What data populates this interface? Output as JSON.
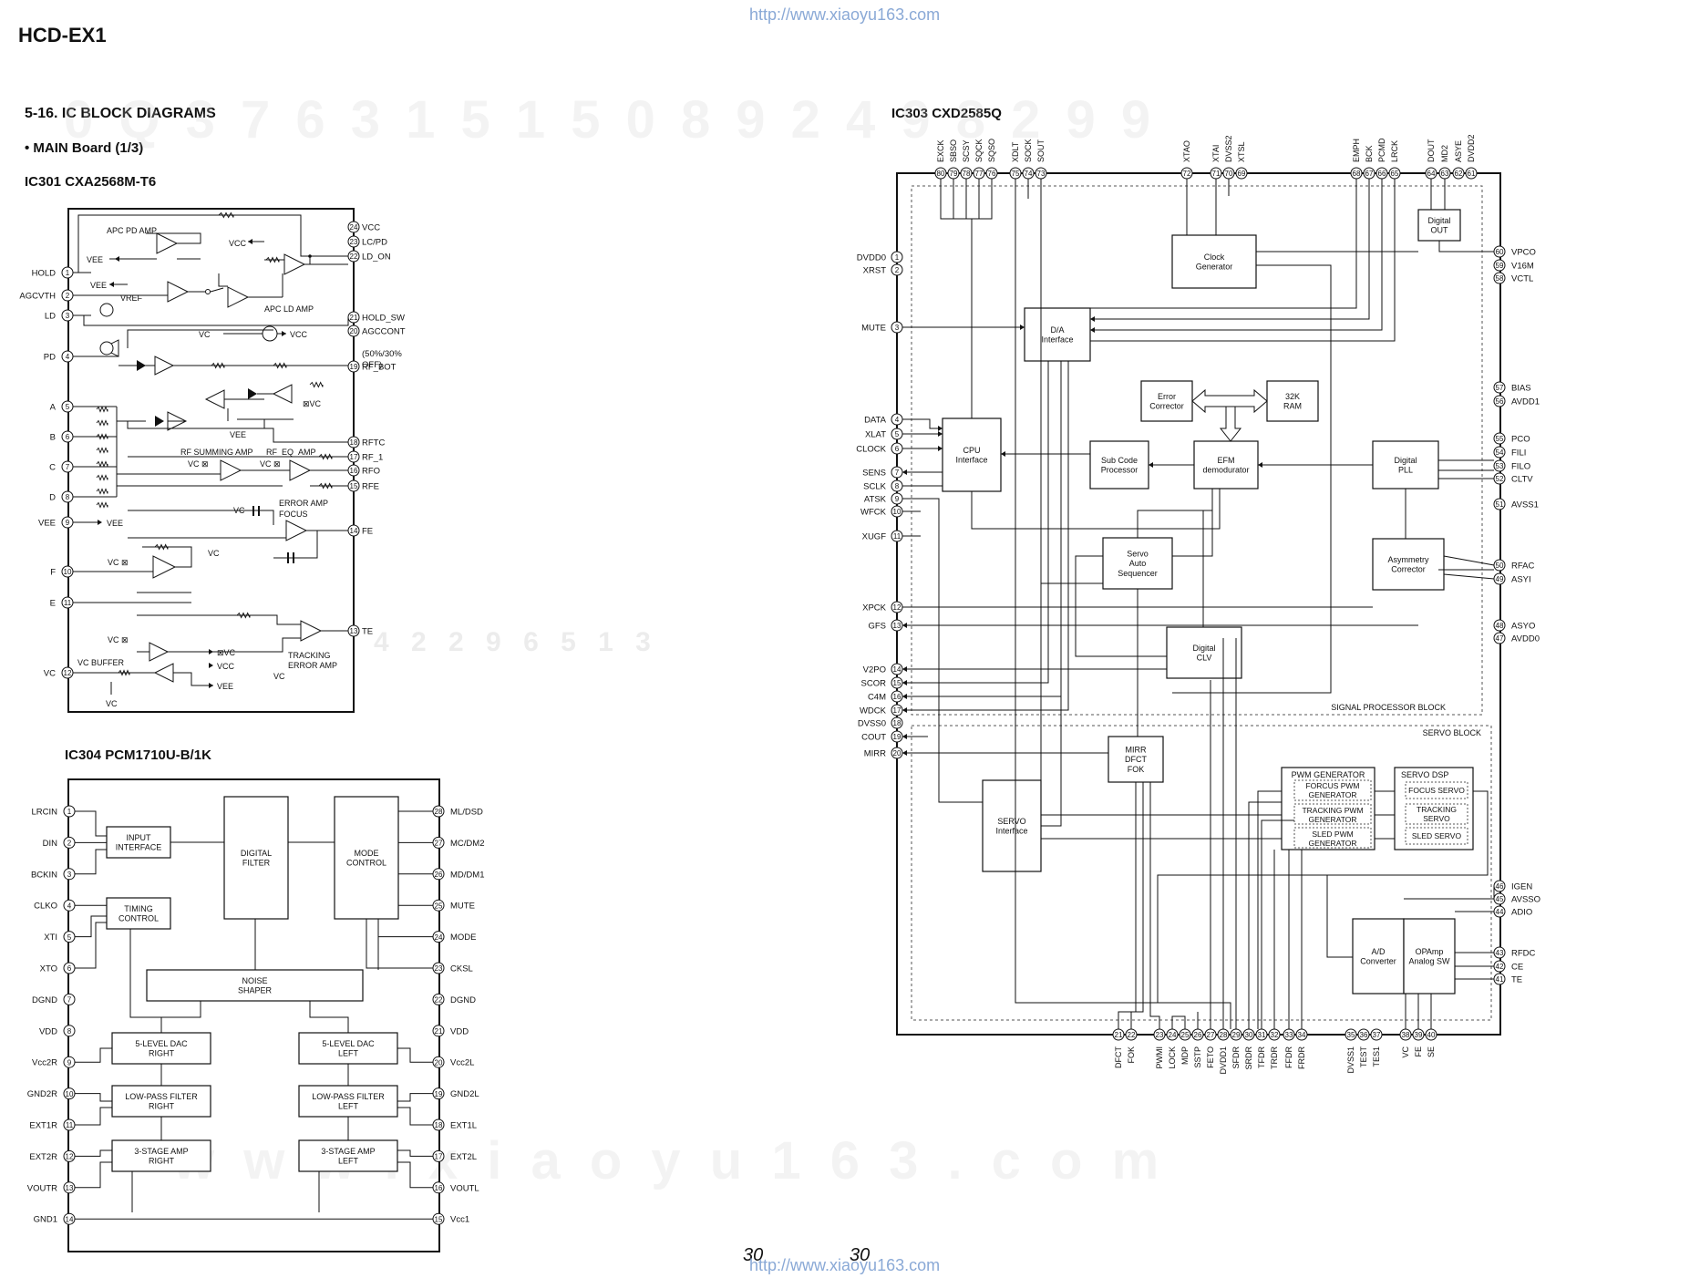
{
  "header": {
    "url_top": "http://www.xiaoyu163.com",
    "url_bottom": "http://www.xiaoyu163.com",
    "model": "HCD-EX1",
    "section_title": "5-16. IC BLOCK DIAGRAMS",
    "board": "• MAIN Board (1/3)",
    "page_left": "30",
    "page_right": "30"
  },
  "watermark": {
    "row1": "0 Q 3 7 6 3 1 5 1 5 0     8 9 2 4 9 8 2 9 9",
    "row2": "w w w . x i a o y u 1 6 3 . c o m",
    "row3": "4 2 2 9 6 5 1 3"
  },
  "ic301": {
    "title": "IC301  CXA2568M-T6",
    "left_pins": [
      {
        "n": "1",
        "name": "HOLD"
      },
      {
        "n": "2",
        "name": "AGCVTH"
      },
      {
        "n": "3",
        "name": "LD"
      },
      {
        "n": "4",
        "name": "PD"
      },
      {
        "n": "5",
        "name": "A"
      },
      {
        "n": "6",
        "name": "B"
      },
      {
        "n": "7",
        "name": "C"
      },
      {
        "n": "8",
        "name": "D"
      },
      {
        "n": "9",
        "name": "VEE"
      },
      {
        "n": "10",
        "name": "F"
      },
      {
        "n": "11",
        "name": "E"
      },
      {
        "n": "12",
        "name": "VC"
      }
    ],
    "right_pins": [
      {
        "n": "24",
        "name": "VCC"
      },
      {
        "n": "23",
        "name": "LC/PD"
      },
      {
        "n": "22",
        "name": "LD_ON"
      },
      {
        "n": "21",
        "name": "HOLD_SW"
      },
      {
        "n": "20",
        "name": "AGCCONT"
      },
      {
        "n": "19",
        "name": "RF_BOT"
      },
      {
        "n": "18",
        "name": "RFTC"
      },
      {
        "n": "17",
        "name": "RF_1"
      },
      {
        "n": "16",
        "name": "RFO"
      },
      {
        "n": "15",
        "name": "RFE"
      },
      {
        "n": "14",
        "name": "FE"
      },
      {
        "n": "13",
        "name": "TE"
      }
    ],
    "agccont_note": [
      "(50%/30%",
      "OFF)"
    ],
    "labels": {
      "apc_pd_amp": "APC PD AMP",
      "apc_ld_amp": "APC LD AMP",
      "rf_summing_amp": "RF SUMMING AMP",
      "rf_eq_amp": "RF_EQ_AMP",
      "error_amp": "ERROR AMP",
      "focus": "FOCUS",
      "tracking": "TRACKING",
      "tracking_error_amp": "ERROR AMP",
      "vc_buffer": "VC BUFFER",
      "vee": "VEE",
      "vcc": "VCC",
      "vref": "VREF",
      "vc": "VC"
    }
  },
  "ic304": {
    "title": "IC304  PCM1710U-B/1K",
    "left_pins": [
      {
        "n": "1",
        "name": "LRCIN"
      },
      {
        "n": "2",
        "name": "DIN"
      },
      {
        "n": "3",
        "name": "BCKIN"
      },
      {
        "n": "4",
        "name": "CLKO"
      },
      {
        "n": "5",
        "name": "XTI"
      },
      {
        "n": "6",
        "name": "XTO"
      },
      {
        "n": "7",
        "name": "DGND"
      },
      {
        "n": "8",
        "name": "VDD"
      },
      {
        "n": "9",
        "name": "Vcc2R"
      },
      {
        "n": "10",
        "name": "GND2R"
      },
      {
        "n": "11",
        "name": "EXT1R"
      },
      {
        "n": "12",
        "name": "EXT2R"
      },
      {
        "n": "13",
        "name": "VOUTR"
      },
      {
        "n": "14",
        "name": "GND1"
      }
    ],
    "right_pins": [
      {
        "n": "28",
        "name": "ML/DSD"
      },
      {
        "n": "27",
        "name": "MC/DM2"
      },
      {
        "n": "26",
        "name": "MD/DM1"
      },
      {
        "n": "25",
        "name": "MUTE"
      },
      {
        "n": "24",
        "name": "MODE"
      },
      {
        "n": "23",
        "name": "CKSL"
      },
      {
        "n": "22",
        "name": "DGND"
      },
      {
        "n": "21",
        "name": "VDD"
      },
      {
        "n": "20",
        "name": "Vcc2L"
      },
      {
        "n": "19",
        "name": "GND2L"
      },
      {
        "n": "18",
        "name": "EXT1L"
      },
      {
        "n": "17",
        "name": "EXT2L"
      },
      {
        "n": "16",
        "name": "VOUTL"
      },
      {
        "n": "15",
        "name": "Vcc1"
      }
    ],
    "blocks": {
      "input_interface": [
        "INPUT",
        "INTERFACE"
      ],
      "timing_control": [
        "TIMING",
        "CONTROL"
      ],
      "digital_filter": [
        "DIGITAL",
        "FILTER"
      ],
      "mode_control": [
        "MODE",
        "CONTROL"
      ],
      "noise_shaper": [
        "NOISE",
        "SHAPER"
      ],
      "dac_right": [
        "5-LEVEL DAC",
        "RIGHT"
      ],
      "dac_left": [
        "5-LEVEL DAC",
        "LEFT"
      ],
      "lpf_right": [
        "LOW-PASS FILTER",
        "RIGHT"
      ],
      "lpf_left": [
        "LOW-PASS FILTER",
        "LEFT"
      ],
      "amp_right": [
        "3-STAGE AMP",
        "RIGHT"
      ],
      "amp_left": [
        "3-STAGE AMP",
        "LEFT"
      ]
    }
  },
  "ic303": {
    "title": "IC303  CXD2585Q",
    "top_pins": [
      {
        "n": "80",
        "name": "EXCK"
      },
      {
        "n": "79",
        "name": "SBSO"
      },
      {
        "n": "78",
        "name": "SCSY"
      },
      {
        "n": "77",
        "name": "SQCK"
      },
      {
        "n": "76",
        "name": "SQSO"
      },
      {
        "n": "75",
        "name": "XDLT"
      },
      {
        "n": "74",
        "name": "SOCK"
      },
      {
        "n": "73",
        "name": "SOUT"
      },
      {
        "n": "72",
        "name": "XTAO"
      },
      {
        "n": "71",
        "name": "XTAI"
      },
      {
        "n": "70",
        "name": "DVSS2"
      },
      {
        "n": "69",
        "name": "XTSL"
      },
      {
        "n": "68",
        "name": "EMPH"
      },
      {
        "n": "67",
        "name": "BCK"
      },
      {
        "n": "66",
        "name": "PCMD"
      },
      {
        "n": "65",
        "name": "LRCK"
      },
      {
        "n": "64",
        "name": "DOUT"
      },
      {
        "n": "63",
        "name": "MD2"
      },
      {
        "n": "62",
        "name": "ASYE"
      },
      {
        "n": "61",
        "name": "DVDD2"
      }
    ],
    "left_pins": [
      {
        "n": "1",
        "name": "DVDD0"
      },
      {
        "n": "2",
        "name": "XRST"
      },
      {
        "n": "3",
        "name": "MUTE"
      },
      {
        "n": "4",
        "name": "DATA"
      },
      {
        "n": "5",
        "name": "XLAT"
      },
      {
        "n": "6",
        "name": "CLOCK"
      },
      {
        "n": "7",
        "name": "SENS"
      },
      {
        "n": "8",
        "name": "SCLK"
      },
      {
        "n": "9",
        "name": "ATSK"
      },
      {
        "n": "10",
        "name": "WFCK"
      },
      {
        "n": "11",
        "name": "XUGF"
      },
      {
        "n": "12",
        "name": "XPCK"
      },
      {
        "n": "13",
        "name": "GFS"
      },
      {
        "n": "14",
        "name": "V2PO"
      },
      {
        "n": "15",
        "name": "SCOR"
      },
      {
        "n": "16",
        "name": "C4M"
      },
      {
        "n": "17",
        "name": "WDCK"
      },
      {
        "n": "18",
        "name": "DVSS0"
      },
      {
        "n": "19",
        "name": "COUT"
      },
      {
        "n": "20",
        "name": "MIRR"
      }
    ],
    "right_pins": [
      {
        "n": "60",
        "name": "VPCO"
      },
      {
        "n": "59",
        "name": "V16M"
      },
      {
        "n": "58",
        "name": "VCTL"
      },
      {
        "n": "57",
        "name": "BIAS"
      },
      {
        "n": "56",
        "name": "AVDD1"
      },
      {
        "n": "55",
        "name": "PCO"
      },
      {
        "n": "54",
        "name": "FILI"
      },
      {
        "n": "53",
        "name": "FILO"
      },
      {
        "n": "52",
        "name": "CLTV"
      },
      {
        "n": "51",
        "name": "AVSS1"
      },
      {
        "n": "50",
        "name": "RFAC"
      },
      {
        "n": "49",
        "name": "ASYI"
      },
      {
        "n": "48",
        "name": "ASYO"
      },
      {
        "n": "47",
        "name": "AVDD0"
      },
      {
        "n": "46",
        "name": "IGEN"
      },
      {
        "n": "45",
        "name": "AVSSO"
      },
      {
        "n": "44",
        "name": "ADIO"
      },
      {
        "n": "43",
        "name": "RFDC"
      },
      {
        "n": "42",
        "name": "CE"
      },
      {
        "n": "41",
        "name": "TE"
      }
    ],
    "bottom_pins": [
      {
        "n": "21",
        "name": "DFCT"
      },
      {
        "n": "22",
        "name": "FOK"
      },
      {
        "n": "23",
        "name": "PWMI"
      },
      {
        "n": "24",
        "name": "LOCK"
      },
      {
        "n": "25",
        "name": "MDP"
      },
      {
        "n": "26",
        "name": "SSTP"
      },
      {
        "n": "27",
        "name": "FETO"
      },
      {
        "n": "28",
        "name": "DVDD1"
      },
      {
        "n": "29",
        "name": "SFDR"
      },
      {
        "n": "30",
        "name": "SRDR"
      },
      {
        "n": "31",
        "name": "TFDR"
      },
      {
        "n": "32",
        "name": "TRDR"
      },
      {
        "n": "33",
        "name": "FFDR"
      },
      {
        "n": "34",
        "name": "FRDR"
      },
      {
        "n": "35",
        "name": "DVSS1"
      },
      {
        "n": "36",
        "name": "TEST"
      },
      {
        "n": "37",
        "name": "TES1"
      },
      {
        "n": "38",
        "name": "VC"
      },
      {
        "n": "39",
        "name": "FE"
      },
      {
        "n": "40",
        "name": "SE"
      }
    ],
    "blocks": {
      "clock_generator": [
        "Clock",
        "Generator"
      ],
      "digital_out": [
        "Digital",
        "OUT"
      ],
      "da_interface": [
        "D/A",
        "Interface"
      ],
      "error_corrector": [
        "Error",
        "Corrector"
      ],
      "ram": [
        "32K",
        "RAM"
      ],
      "cpu_interface": [
        "CPU",
        "Interface"
      ],
      "sub_code": [
        "Sub Code",
        "Processor"
      ],
      "efm": [
        "EFM",
        "demodurator"
      ],
      "digital_pll": [
        "Digital",
        "PLL"
      ],
      "servo_auto": [
        "Servo",
        "Auto",
        "Sequencer"
      ],
      "asymmetry": [
        "Asymmetry",
        "Corrector"
      ],
      "digital_clv": [
        "Digital",
        "CLV"
      ],
      "mirr": [
        "MIRR",
        "DFCT",
        "FOK"
      ],
      "servo_interface": [
        "SERVO",
        "Interface"
      ],
      "pwm_gen": "PWM GENERATOR",
      "focus_pwm": [
        "FORCUS PWM",
        "GENERATOR"
      ],
      "tracking_pwm": [
        "TRACKING PWM",
        "GENERATOR"
      ],
      "sled_pwm": [
        "SLED PWM",
        "GENERATOR"
      ],
      "servo_dsp": "SERVO DSP",
      "focus_servo": "FOCUS SERVO",
      "tracking_servo": [
        "TRACKING",
        "SERVO"
      ],
      "sled_servo": "SLED SERVO",
      "ad_converter": [
        "A/D",
        "Converter"
      ],
      "opamp": [
        "OPAmp",
        "Analog SW"
      ]
    },
    "signal_processor_block": "SIGNAL PROCESSOR BLOCK",
    "servo_block": "SERVO BLOCK"
  }
}
